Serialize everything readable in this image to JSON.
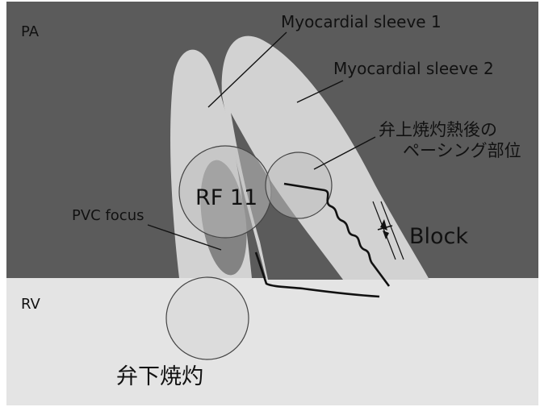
{
  "regions": {
    "pa": "PA",
    "rv": "RV"
  },
  "labels": {
    "sleeve1": "Myocardial sleeve  1",
    "sleeve2": "Myocardial sleeve  2",
    "pacing_site_line1": "弁上焼灼熱後の",
    "pacing_site_line2": "ペーシング部位",
    "rf": "RF 11",
    "pvc_focus": "PVC focus",
    "block": "Block",
    "below_valve_ablation": "弁下焼灼"
  },
  "colors": {
    "pa_background": "#5b5b5b",
    "rv_background": "#e4e4e4",
    "sleeve_fill": "#d2d2d2",
    "focus_fill": "#838383",
    "circle_fill": "#bdbdbd",
    "line": "#111111"
  }
}
